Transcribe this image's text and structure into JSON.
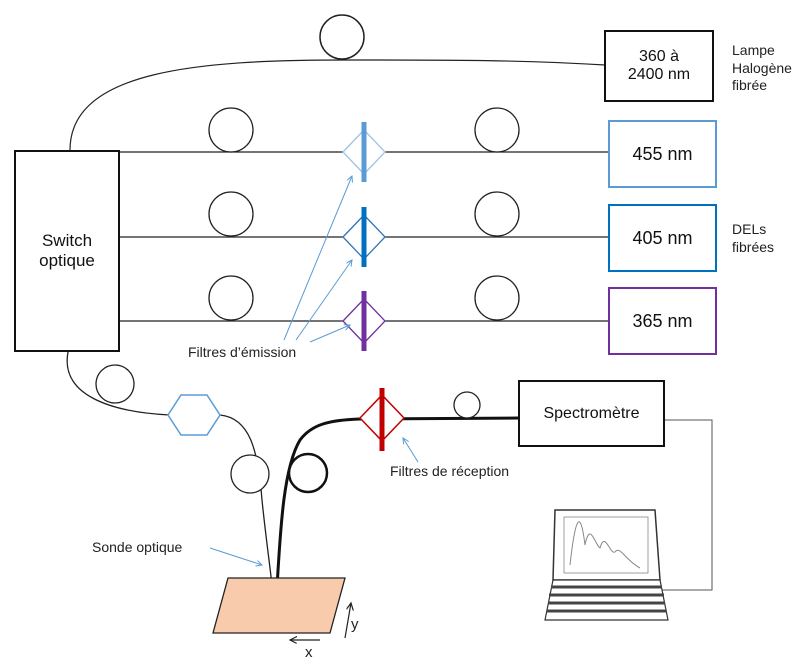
{
  "switch_box": {
    "line1": "Switch",
    "line2": "optique"
  },
  "lamp_box": {
    "line1": "360 à",
    "line2": "2400 nm"
  },
  "lamp_label": {
    "line1": "Lampe",
    "line2": "Halogène",
    "line3": "fibrée"
  },
  "led_boxes": [
    {
      "label": "455 nm",
      "color": "#5b9bd5"
    },
    {
      "label": "405 nm",
      "color": "#0070c0"
    },
    {
      "label": "365 nm",
      "color": "#7030a0"
    }
  ],
  "led_label": {
    "line1": "DELs",
    "line2": "fibrées"
  },
  "emission_label": "Filtres d’émission",
  "reception_label": "Filtres de réception",
  "spectrometer_label": "Spectromètre",
  "probe_label": "Sonde optique",
  "axes": {
    "x": "x",
    "y": "y"
  },
  "colors": {
    "reception_filter": "#c00000",
    "excitation_filter": "#5b9bd5",
    "sample": "#f8cbad",
    "annotation": "#5b9bd5"
  }
}
